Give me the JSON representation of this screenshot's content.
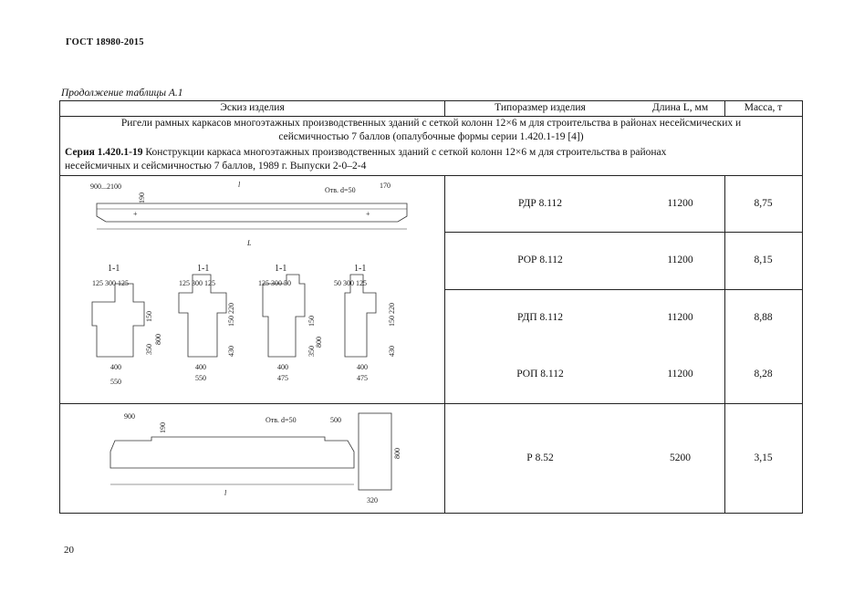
{
  "page": {
    "standard": "ГОСТ 18980-2015",
    "continuation": "Продолжение таблицы А.1",
    "page_number": "20"
  },
  "table": {
    "headers": {
      "sketch": "Эскиз изделия",
      "type_size": "Типоразмер изделия",
      "length": "Длина L, мм",
      "mass": "Масса, т"
    },
    "group_title_line1": "Ригели рамных каркасов многоэтажных производственных зданий с сеткой колонн 12×6 м для строительства в районах несейсмических и",
    "group_title_line2": "сейсмичностью 7 баллов (опалубочные формы серии 1.420.1-19 [4])",
    "series_bold": "Серия 1.420.1-19",
    "series_line1": " Конструкции каркаса многоэтажных производственных зданий с сеткой колонн 12×6 м для строительства в районах",
    "series_line2": "несейсмичных и сейсмичностью 7 баллов, 1989 г. Выпуски 2-0–2-4",
    "rows": [
      {
        "type": "РДР 8.112",
        "length": "11200",
        "mass": "8,75"
      },
      {
        "type": "РОР 8.112",
        "length": "11200",
        "mass": "8,15"
      },
      {
        "type": "РДП 8.112",
        "length": "11200",
        "mass": "8,88"
      },
      {
        "type": "РОП 8.112",
        "length": "11200",
        "mass": "8,28"
      },
      {
        "type": "Р 8.52",
        "length": "5200",
        "mass": "3,15"
      }
    ]
  },
  "drawing1": {
    "dim_900_2100": "900...2100",
    "dim_190": "190",
    "hole_label": "Отв. d=50",
    "dim_170": "170",
    "l_label": "l",
    "L_label": "L",
    "sections": [
      {
        "title": "1-1",
        "top": "125   300   125",
        "h1": "150",
        "h2": "800",
        "h3": "350",
        "b1": "400",
        "b2": "550"
      },
      {
        "title": "1-1",
        "top": "125   300   125",
        "h1": "150  220",
        "h2": "430",
        "h3": "",
        "b1": "400",
        "b2": "550"
      },
      {
        "title": "1-1",
        "top": "125   300   50",
        "h1": "150",
        "h2": "800",
        "h3": "350",
        "b1": "400",
        "b2": "475"
      },
      {
        "title": "1-1",
        "top": "50   300   125",
        "h1": "150  220",
        "h2": "430",
        "h3": "",
        "b1": "400",
        "b2": "475"
      }
    ]
  },
  "drawing2": {
    "dim_900": "900",
    "dim_190": "190",
    "hole_label": "Отв. d=50",
    "dim_500": "500",
    "dim_800": "800",
    "dim_320": "320",
    "l_label": "l"
  }
}
